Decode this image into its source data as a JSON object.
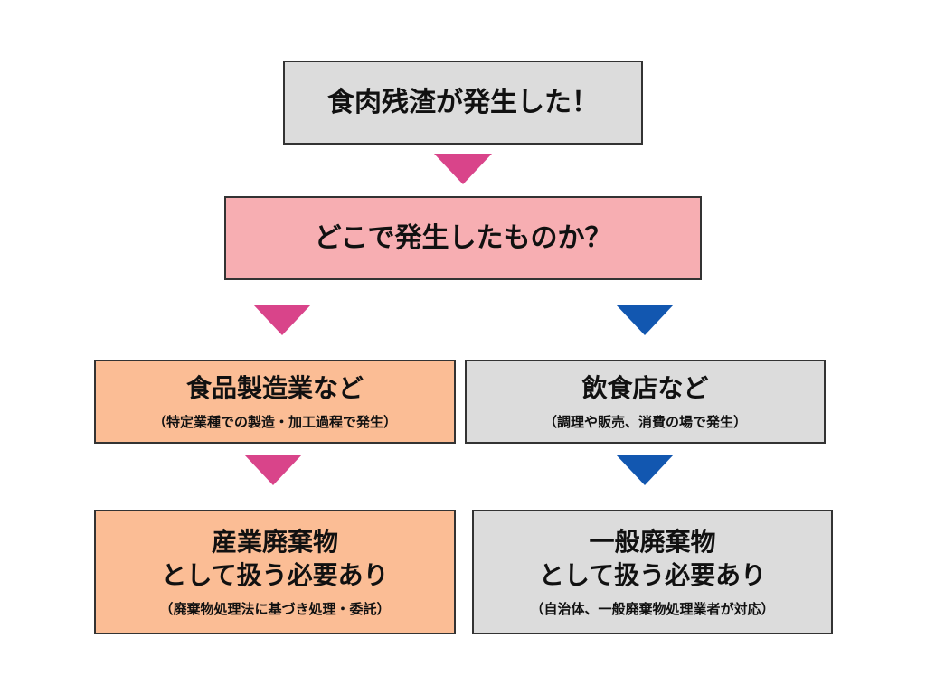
{
  "diagram": {
    "top": {
      "label": "食肉残渣が発生した！"
    },
    "question": {
      "label": "どこで発生したものか？"
    },
    "left_branch": {
      "title": "食品製造業など",
      "note": "（特定業種での製造・加工過程で発生）",
      "result_line1": "産業廃棄物",
      "result_line2": "として扱う必要あり",
      "result_note": "（廃棄物処理法に基づき処理・委託）"
    },
    "right_branch": {
      "title": "飲食店など",
      "note": "（調理や販売、消費の場で発生）",
      "result_line1": "一般廃棄物",
      "result_line2": "として扱う必要あり",
      "result_note": "（自治体、一般廃棄物処理業者が対応）"
    },
    "colors": {
      "gray_box": "#dcdcdc",
      "pink_box": "#f7aeb2",
      "orange_box": "#fbbd95",
      "pink_arrow": "#d9448a",
      "blue_arrow": "#1257b0"
    }
  }
}
